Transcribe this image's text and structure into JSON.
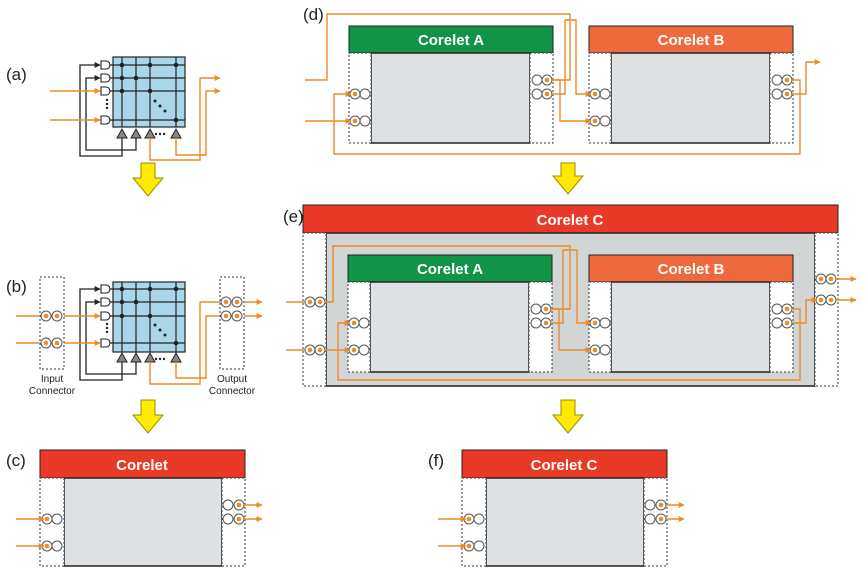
{
  "panels": {
    "a": {
      "label": "(a)"
    },
    "b": {
      "label": "(b)",
      "input_connector": "Input\nConnector",
      "output_connector": "Output\nConnector"
    },
    "c": {
      "label": "(c)",
      "title": "Corelet"
    },
    "d": {
      "label": "(d)",
      "corelet_a": "Corelet A",
      "corelet_b": "Corelet B"
    },
    "e": {
      "label": "(e)",
      "title": "Corelet C",
      "corelet_a": "Corelet A",
      "corelet_b": "Corelet B"
    },
    "f": {
      "label": "(f)",
      "title": "Corelet C"
    }
  },
  "colors": {
    "corelet_red": "#e83a26",
    "corelet_a_green": "#119447",
    "corelet_b_orange": "#ee6a3c",
    "wire_orange": "#ee8a2a",
    "core_blue": "#a9d6e8",
    "arrow_yellow": "#ffeb00",
    "box_gray": "#dde1e3",
    "outer_gray": "#d1d5d6"
  },
  "icons": [
    "down-arrow-icon",
    "neuron-triangle-icon",
    "axon-buffer-icon",
    "connector-pin-icon"
  ]
}
